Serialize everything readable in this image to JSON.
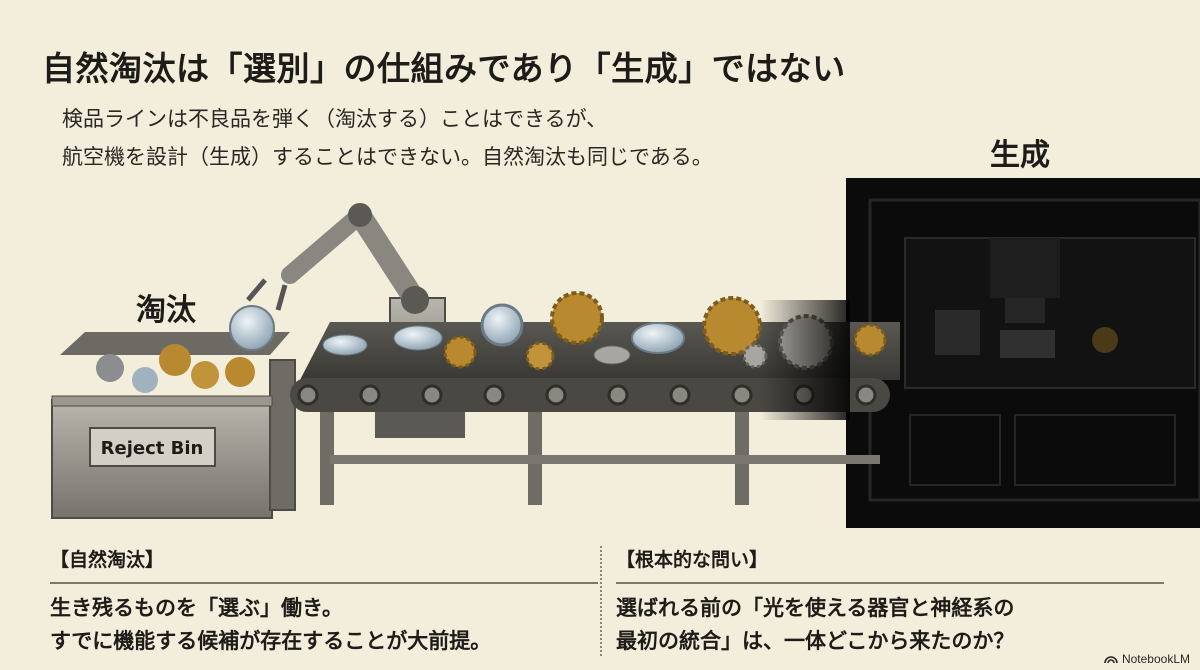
{
  "title": "自然淘汰は「選別」の仕組みであり「生成」ではない",
  "subtitle_lines": [
    "検品ラインは不良品を弾く（淘汰する）ことはできるが、",
    "航空機を設計（生成）することはできない。自然淘汰も同じである。"
  ],
  "labels": {
    "culling": "淘汰",
    "generation": "生成",
    "bin": "Reject Bin"
  },
  "left_panel": {
    "heading": "【自然淘汰】",
    "lines": [
      "生き残るものを「選ぶ」働き。",
      "すでに機能する候補が存在することが大前提。"
    ]
  },
  "right_panel": {
    "heading": "【根本的な問い】",
    "lines": [
      "選ばれる前の「光を使える器官と神経系の",
      "最初の統合」は、一体どこから来たのか？"
    ]
  },
  "brand": "NotebookLM",
  "icons": [
    "notebooklm-logo-icon"
  ],
  "colors": {
    "background": "#f3eddc",
    "text": "#1e1c18",
    "machine": "#0d0d0d",
    "gear": "#b8892e",
    "metal": "#8a8780"
  }
}
